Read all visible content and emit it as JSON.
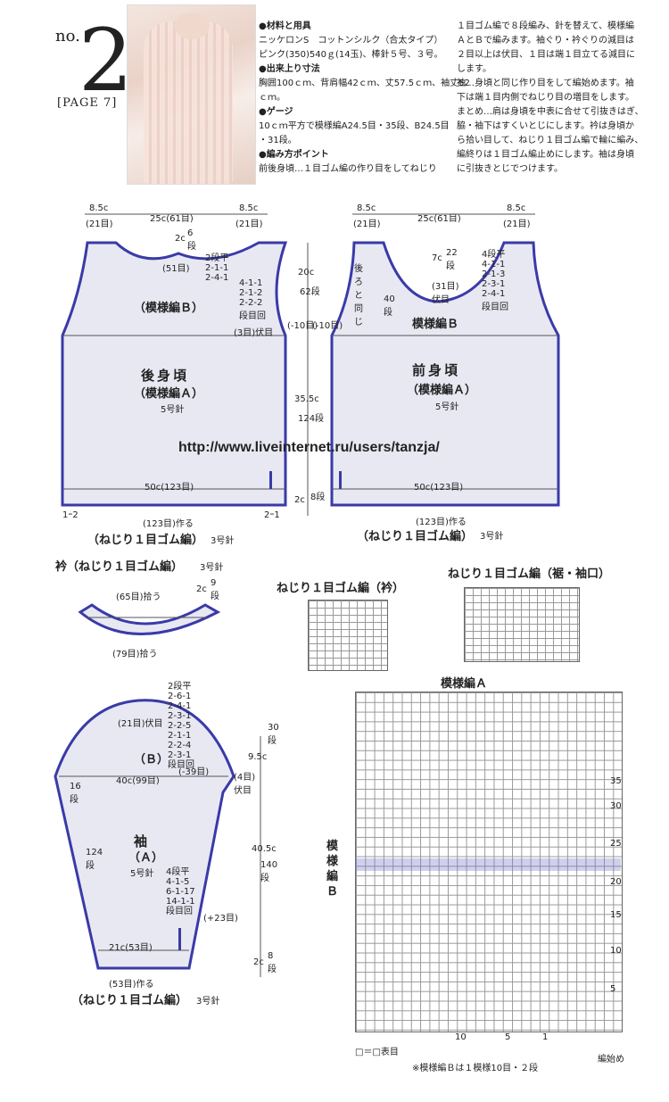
{
  "header": {
    "no": "no.",
    "number": "2",
    "page": "[PAGE 7]"
  },
  "materials": {
    "h1": "●材料と用具",
    "l1": "ニッケロンS　コットンシルク（合太タイプ）",
    "l2": "ピンク(350)540ｇ(14玉)、棒針５号、３号。",
    "h2": "●出来上り寸法",
    "l3": "胸囲100ｃｍ、背肩幅42ｃｍ、丈57.5ｃｍ、袖丈52",
    "l4": "ｃｍ。",
    "h3": "●ゲージ",
    "l5": "10ｃｍ平方で模様編A24.5目・35段、B24.5目",
    "l6": "・31段。",
    "h4": "●編み方ポイント",
    "l7": "前後身頃…１目ゴム編の作り目をしてねじり"
  },
  "instructions": [
    "１目ゴム編で８段編み、針を替えて、模様編",
    "ＡとＢで編みます。袖ぐり・衿ぐりの減目は",
    "２目以上は伏目、１目は端１目立てる減目に",
    "します。",
    "袖…身頃と同じ作り目をして編始めます。袖",
    "下は端１目内側でねじり目の増目をします。",
    "まとめ…肩は身頃を中表に合せて引抜きはぎ、",
    "脇・袖下はすくいとじにします。衿は身頃か",
    "ら拾い目して、ねじり１目ゴム編で輪に編み、",
    "編終りは１目ゴム編止めにします。袖は身頃",
    "に引抜きとじでつけます。"
  ],
  "back": {
    "shoulder_w": "8.5c",
    "shoulder_st": "(21目)",
    "neck_w": "25c(61目)",
    "neck_rows": "2c",
    "neck_rows2": "6段",
    "neck_cast": "(51目)",
    "neck_dec": "2段平\n2-1-1\n2-4-1",
    "arm_dec": "4-1-1\n2-1-2\n2-2-2\n段目回",
    "pattern_b": "（模様編Ｂ）",
    "minus10": "(-10目)",
    "bind3": "(3目)伏目",
    "title": "後身頃",
    "pattern_a": "（模様編Ａ）",
    "needle": "5号針",
    "height_b": "20c",
    "height_b2": "62段",
    "height_a": "35.5c",
    "height_a2": "124段",
    "width": "50c(123目)",
    "rib_h": "2c",
    "rib_h2": "8段",
    "rib_label": "1ｰ2",
    "rib_label2": "2ｰ1",
    "cast": "(123目)作る",
    "rib": "（ねじり１目ゴム編）",
    "rib_needle": "3号針"
  },
  "front": {
    "shoulder_w": "8.5c",
    "shoulder_st": "(21目)",
    "neck_w": "25c(61目)",
    "neck_rows": "7c",
    "neck_rows2": "22段",
    "neck_bind": "(31目)\n伏目",
    "neck_dec": "4段平\n4-1-1\n2-1-3\n2-3-1\n2-4-1\n段目回",
    "same_back": "後ろと同じ",
    "rows40": "40段",
    "minus10": "(-10目)",
    "pattern_b": "模様編Ｂ",
    "title": "前身頃",
    "pattern_a": "（模様編Ａ）",
    "needle": "5号針",
    "width": "50c(123目)",
    "cast": "(123目)作る",
    "rib": "（ねじり１目ゴム編）",
    "rib_needle": "3号針"
  },
  "url": "http://www.liveinternet.ru/users/tanzja/",
  "collar": {
    "title": "衿（ねじり１目ゴム編）",
    "needle": "3号針",
    "pick_top": "(65目)拾う",
    "pick_bottom": "(79目)拾う",
    "h": "2c",
    "h2": "9段"
  },
  "chart_collar": {
    "title": "ねじり１目ゴム編（衿）"
  },
  "chart_hem": {
    "title": "ねじり１目ゴム編（裾・袖口）"
  },
  "sleeve": {
    "top_bind": "(21目)伏目",
    "cap_dec": "2段平\n2-6-1\n2-4-1\n2-3-1\n2-2-5\n2-1-1\n2-2-4\n2-3-1\n段目回",
    "b": "（Ｂ）",
    "width": "40c(99目)",
    "minus39": "(-39目)",
    "bind": "(4目)\n伏目",
    "side_rows": "16段",
    "cap_h": "9.5c",
    "cap_h2": "30段",
    "title": "袖",
    "a": "（Ａ）",
    "needle": "5号針",
    "side2": "124段",
    "inc": "4段平\n4-1-5\n6-1-17\n14-1-1\n段目回",
    "plus23": "(+23目)",
    "body_h": "40.5c",
    "body_h2": "140段",
    "bottom": "21c(53目)",
    "rib_h": "2c",
    "rib_h2": "8段",
    "cast": "(53目)作る",
    "rib": "（ねじり１目ゴム編）",
    "rib_needle": "3号針"
  },
  "pattern_a": {
    "title": "模様編Ａ",
    "side_label": "模様編Ｂ",
    "rows": [
      "35",
      "30",
      "25",
      "20",
      "15",
      "10",
      "5"
    ],
    "cols": [
      "10",
      "5",
      "1"
    ],
    "legend": "□＝□表目",
    "note": "※模様編Ｂは１模様10目・２段",
    "start": "編始め"
  }
}
